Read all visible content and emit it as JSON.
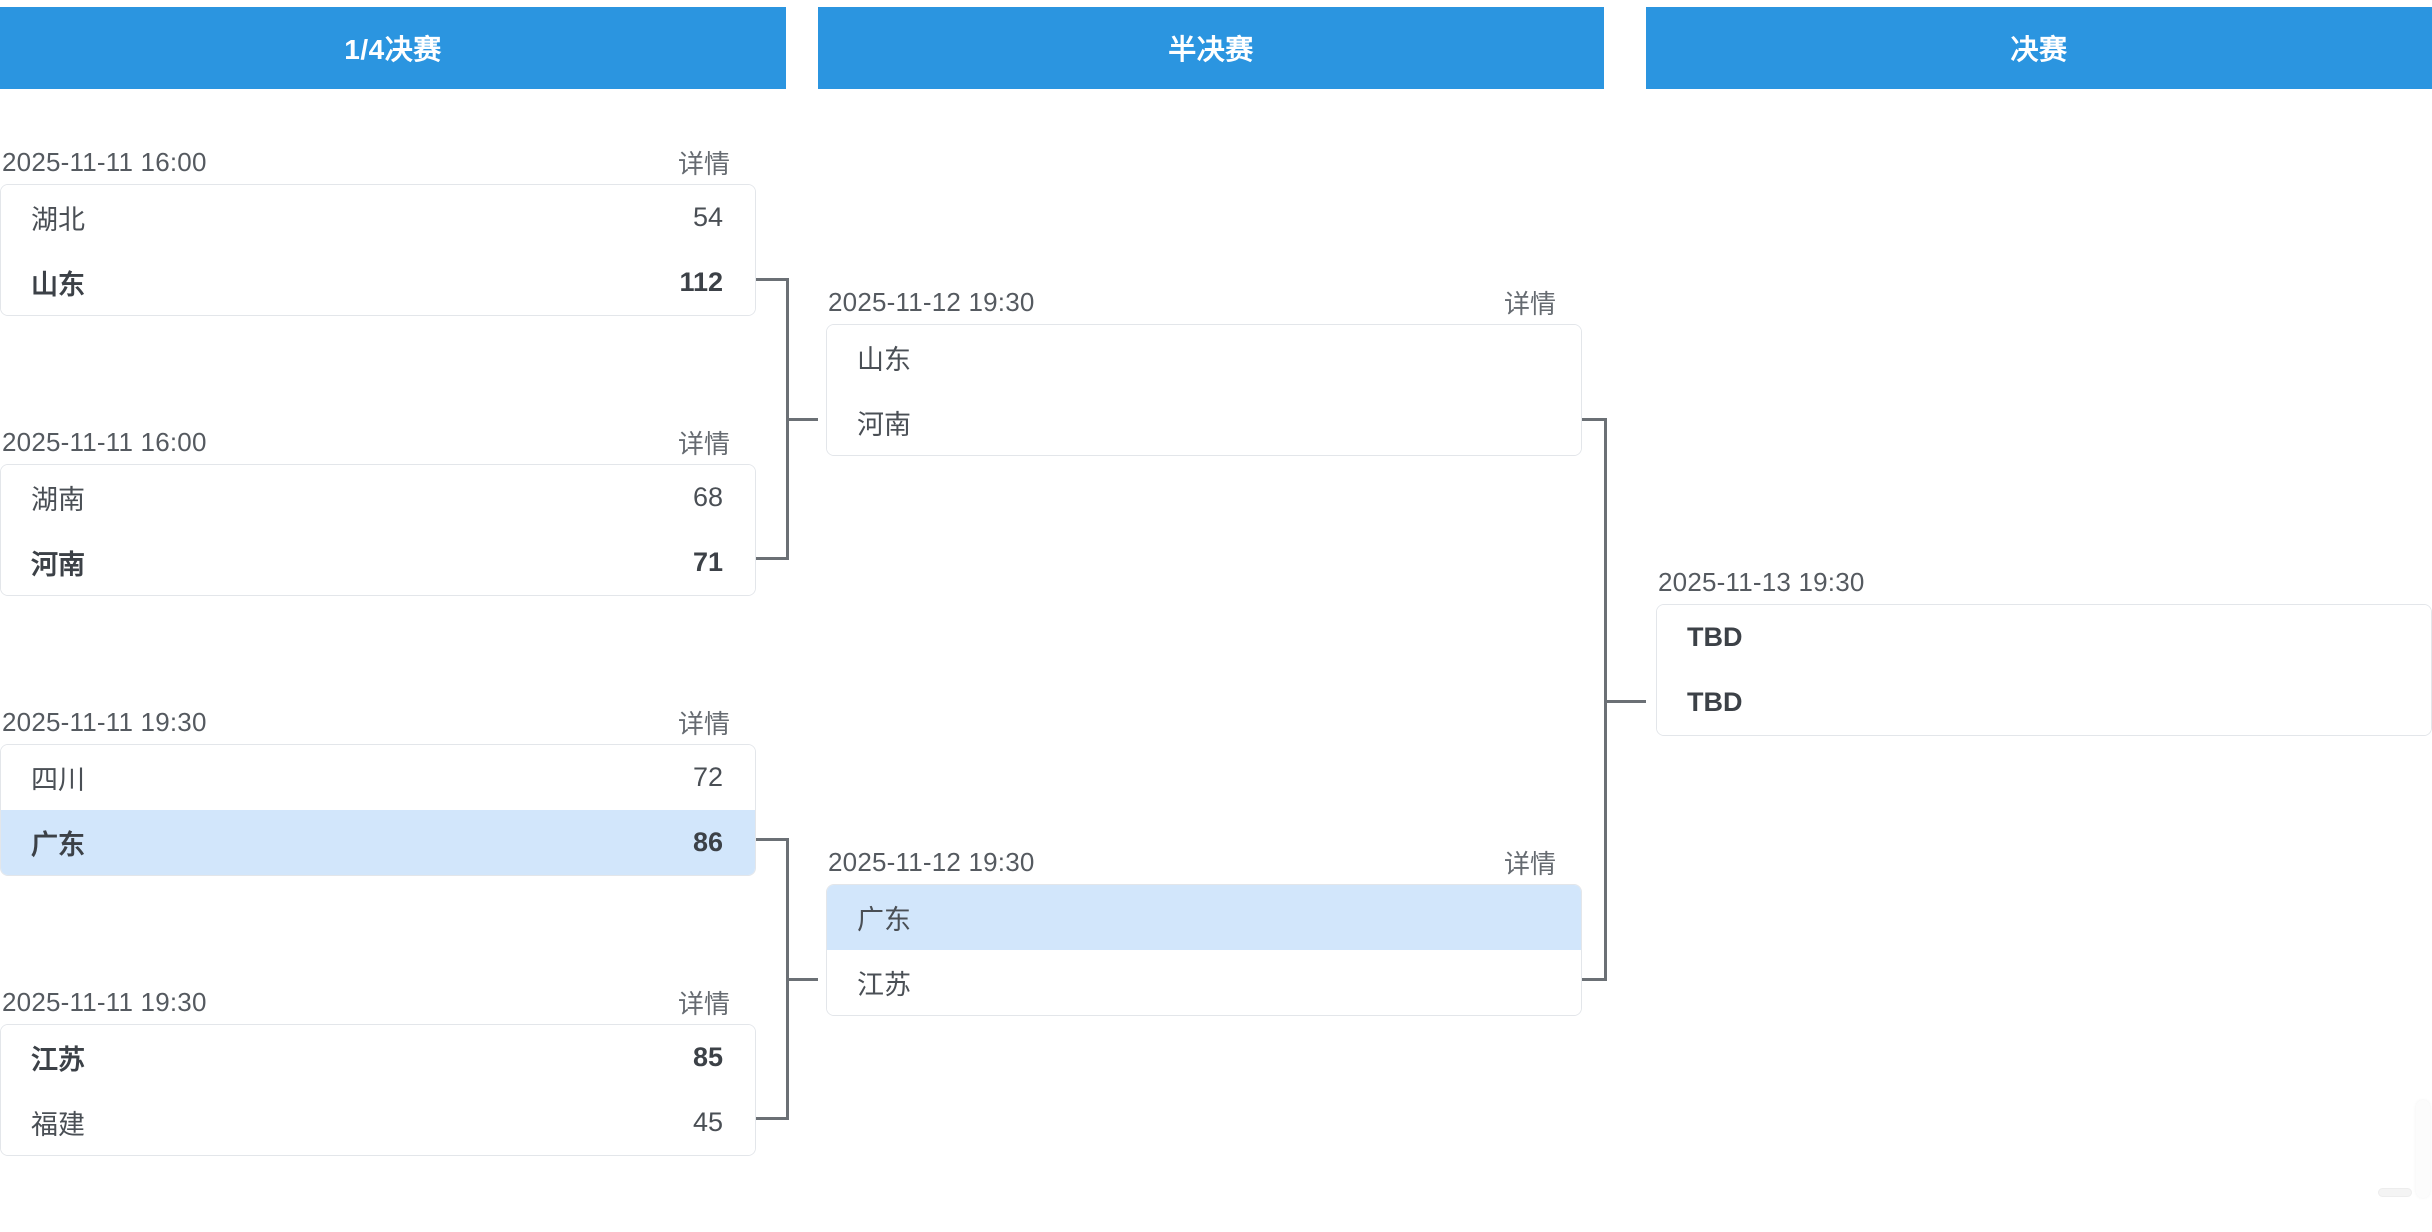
{
  "colors": {
    "header_blue": "#2b95e0",
    "highlight_blue": "#d2e6fb",
    "connector_gray": "#6b7075",
    "card_border": "#e3e6ea",
    "text_primary": "#4a4f55",
    "text_muted": "#555a60"
  },
  "rounds": [
    {
      "key": "quarterfinals",
      "label": "1/4决赛"
    },
    {
      "key": "semifinals",
      "label": "半决赛"
    },
    {
      "key": "final",
      "label": "决赛"
    }
  ],
  "details_label": "详情",
  "quarterfinals": {
    "matches": [
      {
        "time": "2025-11-11  16:00",
        "details": "详情",
        "teams": [
          {
            "name": "湖北",
            "score": "54",
            "winner": false,
            "highlight": false
          },
          {
            "name": "山东",
            "score": "112",
            "winner": true,
            "highlight": false
          }
        ]
      },
      {
        "time": "2025-11-11  16:00",
        "details": "详情",
        "teams": [
          {
            "name": "湖南",
            "score": "68",
            "winner": false,
            "highlight": false
          },
          {
            "name": "河南",
            "score": "71",
            "winner": true,
            "highlight": false
          }
        ]
      },
      {
        "time": "2025-11-11  19:30",
        "details": "详情",
        "teams": [
          {
            "name": "四川",
            "score": "72",
            "winner": false,
            "highlight": false
          },
          {
            "name": "广东",
            "score": "86",
            "winner": true,
            "highlight": true
          }
        ]
      },
      {
        "time": "2025-11-11  19:30",
        "details": "详情",
        "teams": [
          {
            "name": "江苏",
            "score": "85",
            "winner": true,
            "highlight": false
          },
          {
            "name": "福建",
            "score": "45",
            "winner": false,
            "highlight": false
          }
        ]
      }
    ]
  },
  "semifinals": {
    "matches": [
      {
        "time": "2025-11-12  19:30",
        "details": "详情",
        "teams": [
          {
            "name": "山东",
            "score": "",
            "winner": false,
            "highlight": false
          },
          {
            "name": "河南",
            "score": "",
            "winner": false,
            "highlight": false
          }
        ]
      },
      {
        "time": "2025-11-12  19:30",
        "details": "详情",
        "teams": [
          {
            "name": "广东",
            "score": "",
            "winner": false,
            "highlight": true
          },
          {
            "name": "江苏",
            "score": "",
            "winner": false,
            "highlight": false
          }
        ]
      }
    ]
  },
  "final": {
    "matches": [
      {
        "time": "2025-11-13  19:30",
        "details": "",
        "teams": [
          {
            "name": "TBD",
            "score": "",
            "winner": true,
            "highlight": false
          },
          {
            "name": "TBD",
            "score": "",
            "winner": true,
            "highlight": false
          }
        ]
      }
    ]
  }
}
